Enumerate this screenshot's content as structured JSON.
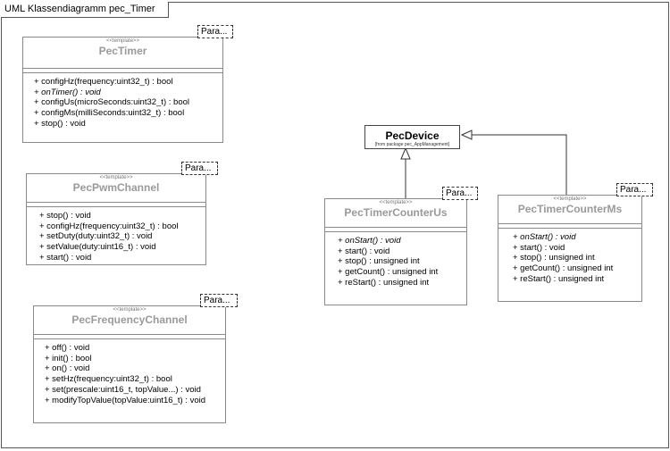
{
  "diagram": {
    "title": "UML Klassendiagramm pec_Timer",
    "param_label": "Para...",
    "stereotype": "<<template>>"
  },
  "classes": [
    {
      "id": "pectimer",
      "name": "PecTimer",
      "operations": [
        {
          "text": "+ configHz(frequency:uint32_t) : bool",
          "italic": false
        },
        {
          "text": "+ onTimer() : void",
          "italic": true
        },
        {
          "text": "+ configUs(microSeconds:uint32_t) : bool",
          "italic": false
        },
        {
          "text": "+ configMs(milliSeconds:uint32_t) : bool",
          "italic": false
        },
        {
          "text": "+ stop() : void",
          "italic": false
        }
      ]
    },
    {
      "id": "pecpwmchannel",
      "name": "PecPwmChannel",
      "operations": [
        {
          "text": "+ stop() : void",
          "italic": false
        },
        {
          "text": "+ configHz(frequency:uint32_t) : bool",
          "italic": false
        },
        {
          "text": "+ setDuty(duty:uint32_t) : void",
          "italic": false
        },
        {
          "text": "+ setValue(duty:uint16_t) : void",
          "italic": false
        },
        {
          "text": "+ start() : void",
          "italic": false
        }
      ]
    },
    {
      "id": "pecfrequencychannel",
      "name": "PecFrequencyChannel",
      "operations": [
        {
          "text": "+ off() : void",
          "italic": false
        },
        {
          "text": "+ init() : bool",
          "italic": false
        },
        {
          "text": "+ on() : void",
          "italic": false
        },
        {
          "text": "+ setHz(frequency:uint32_t) : bool",
          "italic": false
        },
        {
          "text": "+ set(prescale:uint16_t, topValue...) : void",
          "italic": false
        },
        {
          "text": "+ modifyTopValue(topValue:uint16_t) : void",
          "italic": false
        }
      ]
    },
    {
      "id": "pectimercounterus",
      "name": "PecTimerCounterUs",
      "operations": [
        {
          "text": "+ onStart() : void",
          "italic": true
        },
        {
          "text": "+ start() : void",
          "italic": false
        },
        {
          "text": "+ stop() : unsigned int",
          "italic": false
        },
        {
          "text": "+ getCount() : unsigned int",
          "italic": false
        },
        {
          "text": "+ reStart() : unsigned int",
          "italic": false
        }
      ]
    },
    {
      "id": "pectimercounterms",
      "name": "PecTimerCounterMs",
      "operations": [
        {
          "text": "+ onStart() : void",
          "italic": true
        },
        {
          "text": "+ start() : void",
          "italic": false
        },
        {
          "text": "+ stop() : unsigned int",
          "italic": false
        },
        {
          "text": "+ getCount() : unsigned int",
          "italic": false
        },
        {
          "text": "+ reStart() : unsigned int",
          "italic": false
        }
      ]
    }
  ],
  "pecdevice": {
    "name": "PecDevice",
    "package_note": "{from package pec_AppManagement}"
  }
}
